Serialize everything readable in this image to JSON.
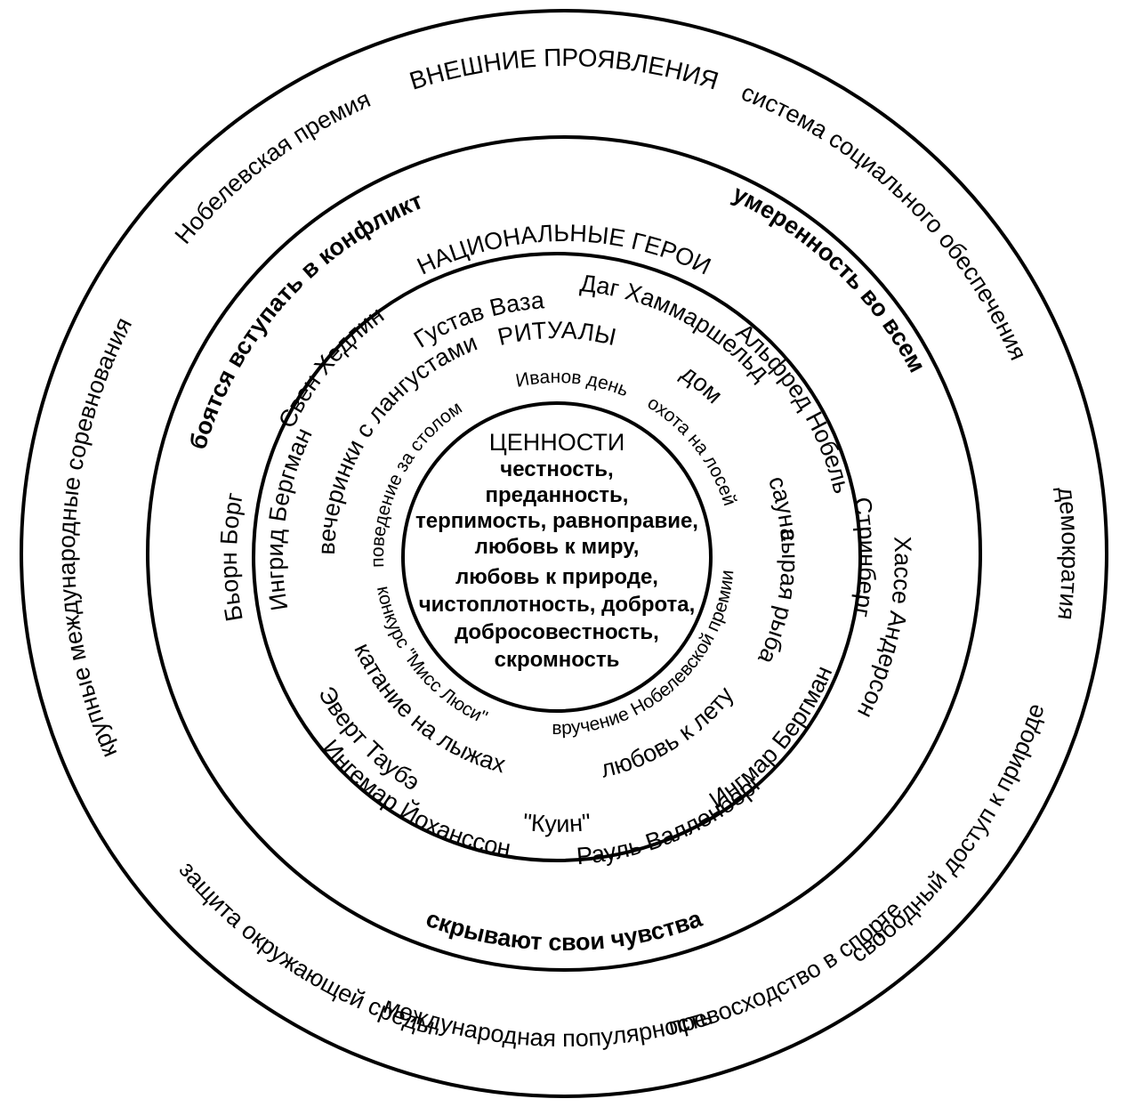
{
  "outer_layer": {
    "title": "ВНЕШНИЕ ПРОЯВЛЕНИЯ",
    "items": {
      "nobel_prize": "Нобелевская премия",
      "social_security": "система социального обеспечения",
      "democracy": "демократия",
      "free_access": "свободный доступ к природе",
      "sport_excellence": "превосходство в спорте",
      "intl_popularity": "международная популярность",
      "env_protection": "защита окружающей среды",
      "intl_competitions": "крупные международные соревнования"
    }
  },
  "traits": {
    "avoid_conflict": "боятся вступать в конфликт",
    "moderation": "умеренность во всем",
    "hide_feelings": "скрывают свои чувства"
  },
  "heroes_layer": {
    "title": "НАЦИОНАЛЬНЫЕ ГЕРОИ",
    "items": {
      "vasa": "Густав Ваза",
      "hammarskjold": "Даг Хаммаршельд",
      "nobel": "Альфред Нобель",
      "strindberg": "Стринберг",
      "andersson": "Хассе Андерсон",
      "ingmar_bergman": "Ингмар Бергман",
      "wallenberg": "Рауль Валленберг",
      "queen": "\"Куин\"",
      "johansson": "Ингемар Йохансcон",
      "taube": "Эверт Таубэ",
      "borg": "Бьорн Борг",
      "ingrid_bergman": "Ингрид Бергман",
      "hedlin": "Свен Хедлин"
    }
  },
  "rituals_layer": {
    "title": "РИТУАЛЫ",
    "items": {
      "home": "дом",
      "sauna": "сауна",
      "raw_fish": "сырая рыба",
      "summer": "любовь к лету",
      "nobel_award": "вручение Нобелевской премии",
      "skiing": "катание на лыжах",
      "crayfish": "вечеринки с лангустами",
      "table_manners": "поведение за столом",
      "midsummer": "Иванов день",
      "moose_hunt": "охота на лосей",
      "miss_lucia": "конкурс \"Мисс Люси\""
    }
  },
  "core": {
    "title": "ЦЕННОСТИ",
    "lines": [
      "честность,",
      "преданность,",
      "терпимость, равноправие,",
      "любовь к миру,",
      "любовь к природе,",
      "чистоплотность, доброта,",
      "добросовестность,",
      "скромность"
    ]
  }
}
